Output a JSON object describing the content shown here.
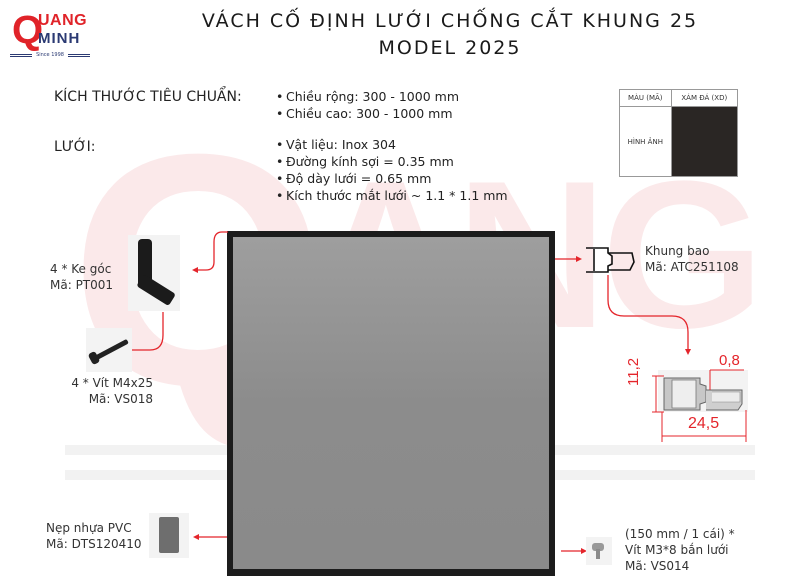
{
  "logo": {
    "q": "Q",
    "ang": "UANG",
    "minh": "MINH",
    "since": "Since 1998"
  },
  "title": {
    "line1": "VÁCH CỐ ĐỊNH LƯỚI CHỐNG CẮT KHUNG 25",
    "line2": "MODEL 2025"
  },
  "specs": {
    "size_label": "KÍCH THƯỚC TIÊU CHUẨN:",
    "size_items": [
      "Chiều rộng: 300 - 1000 mm",
      "Chiều cao: 300 - 1000 mm"
    ],
    "mesh_label": "LƯỚI:",
    "mesh_items": [
      "Vật liệu: Inox 304",
      "Đường kính sợi = 0.35 mm",
      "Độ dày lưới = 0.65 mm",
      "Kích thước mắt lưới ~ 1.1 * 1.1 mm"
    ]
  },
  "color_table": {
    "header_code": "MÀU (MÃ)",
    "header_color": "XÁM ĐÁ (XD)",
    "row_label": "HÌNH ẢNH",
    "swatch_color": "#2a2624"
  },
  "parts": {
    "corner": {
      "line1": "4 * Ke góc",
      "line2": "Mã: PT001"
    },
    "screw": {
      "line1": "4 * Vít M4x25",
      "line2": "Mã: VS018"
    },
    "frame": {
      "line1": "Khung bao",
      "line2": "Mã: ATC251108"
    },
    "pvc": {
      "line1": "Nẹp nhựa PVC",
      "line2": "Mã: DTS120410"
    },
    "mesh_screw": {
      "line1": "(150 mm / 1 cái) *",
      "line2": "Vít M3*8 bắn lưới",
      "line3": "Mã: VS014"
    }
  },
  "profile_dims": {
    "thickness": "0,8",
    "height": "11,2",
    "width": "24,5"
  },
  "colors": {
    "accent_red": "#e4252b",
    "brand_red": "#e02329",
    "brand_navy": "#2b3a73",
    "frame": "#1c1c1c",
    "mesh": "#929292"
  }
}
